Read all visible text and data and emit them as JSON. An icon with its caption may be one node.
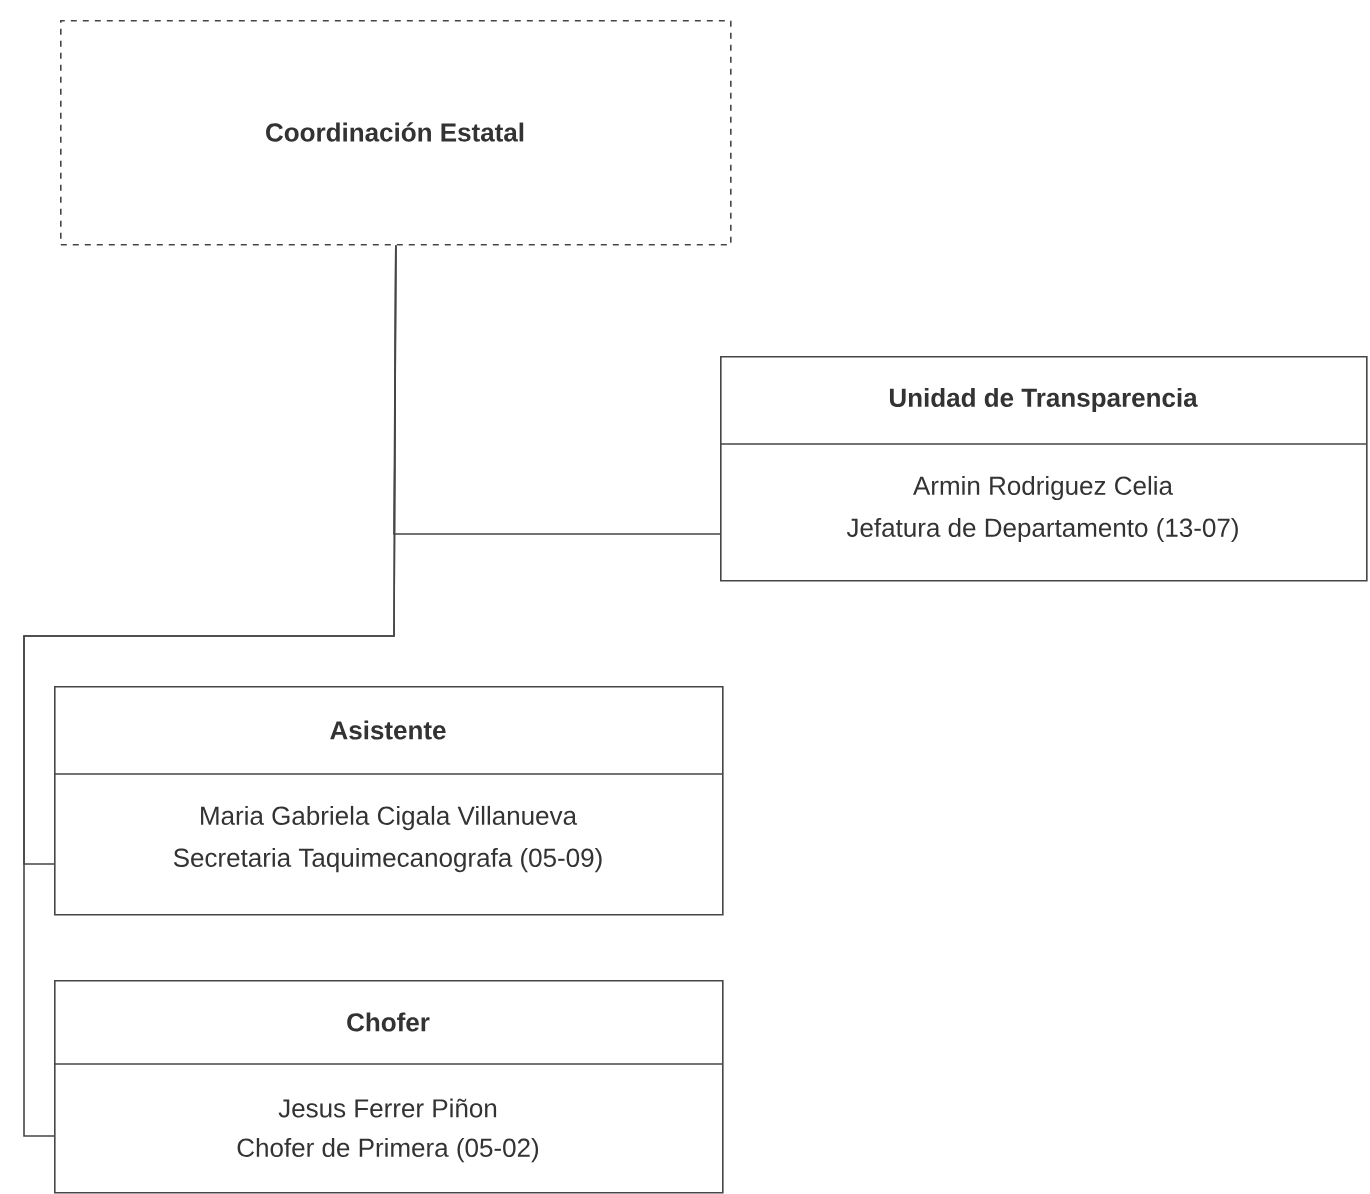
{
  "diagram": {
    "nodes": [
      {
        "text": [
          "Coordinación Estatal"
        ]
      },
      {
        "text": [
          "Unidad de Transparencia",
          "Armin Rodriguez Celia",
          "Jefatura de Departamento (13-07)"
        ]
      },
      {
        "text": [
          "Asistente",
          "Maria Gabriela Cigala Villanueva",
          "Secretaria Taquimecanografa (05-09)"
        ]
      },
      {
        "text": [
          "Chofer",
          "Jesus Ferrer Piñon",
          "Chofer de Primera (05-02)"
        ]
      }
    ],
    "edges": [
      {
        "from": 0,
        "to": 1,
        "arrow": "none"
      },
      {
        "from": 0,
        "to": 2,
        "arrow": "none"
      },
      {
        "from": 0,
        "to": 3,
        "arrow": "none"
      }
    ]
  }
}
